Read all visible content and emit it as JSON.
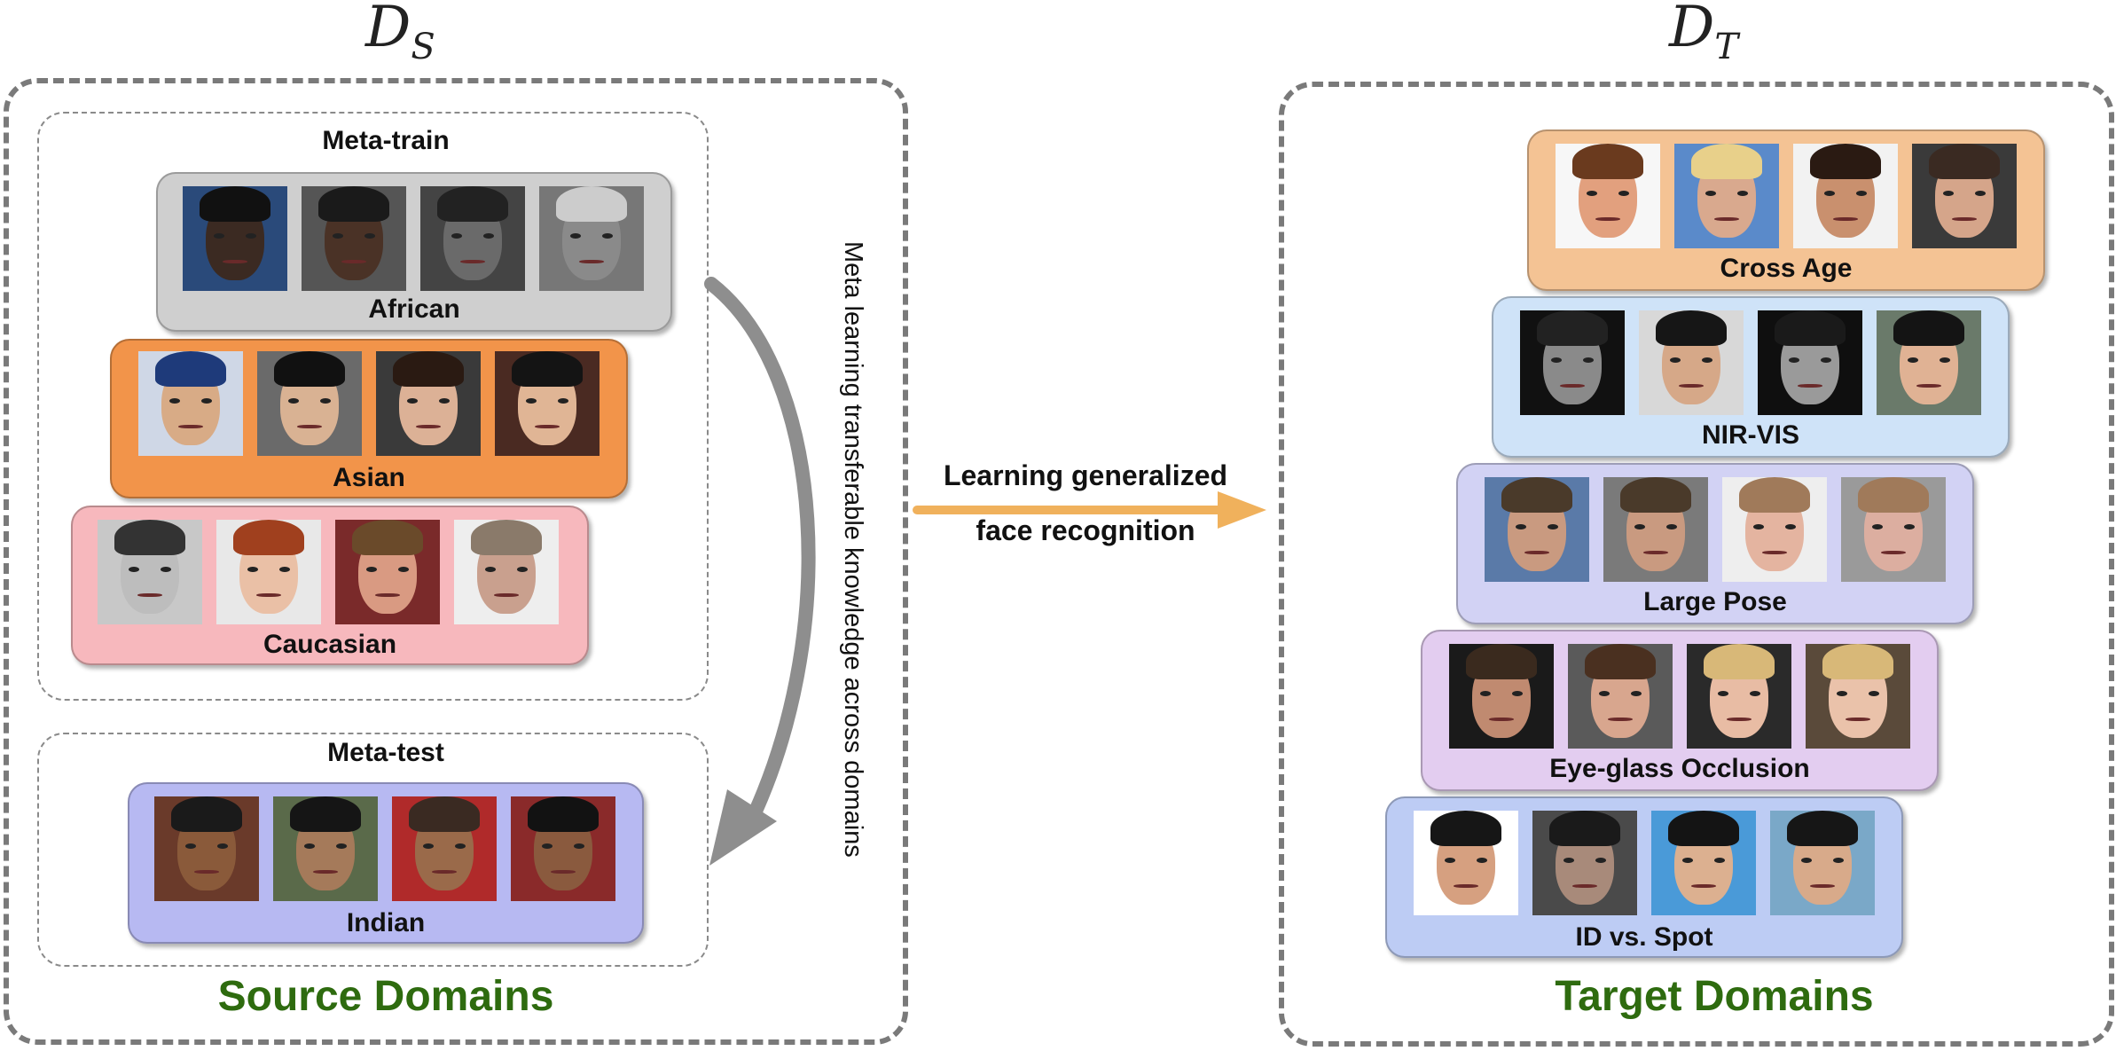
{
  "source_set": {
    "symbol": "D",
    "subscript": "S"
  },
  "target_set": {
    "symbol": "D",
    "subscript": "T"
  },
  "meta_train_label": "Meta-train",
  "meta_test_label": "Meta-test",
  "arc_label": "Meta learning transferable knowledge across domains",
  "arrow_label": {
    "line1": "Learning generalized",
    "line2": "face recognition"
  },
  "source_title": "Source Domains",
  "target_title": "Target Domains",
  "source_domains": [
    {
      "label": "African",
      "color": "#cfcfcf"
    },
    {
      "label": "Asian",
      "color": "#f2944a"
    },
    {
      "label": "Caucasian",
      "color": "#f7b8bd"
    },
    {
      "label": "Indian",
      "color": "#b7b9f2"
    }
  ],
  "target_domains": [
    {
      "label": "Cross Age",
      "color": "#f4c394"
    },
    {
      "label": "NIR-VIS",
      "color": "#cfe3f8"
    },
    {
      "label": "Large Pose",
      "color": "#d2d2f4"
    },
    {
      "label": "Eye-glass Occlusion",
      "color": "#e3cdf0"
    },
    {
      "label": "ID vs. Spot",
      "color": "#bdccf4"
    }
  ],
  "colors": {
    "arrow_orange": "#f0b15c",
    "arc_gray": "#8e8e8e",
    "title_green": "#2e6b0f",
    "dash_gray": "#7a7a7a"
  }
}
